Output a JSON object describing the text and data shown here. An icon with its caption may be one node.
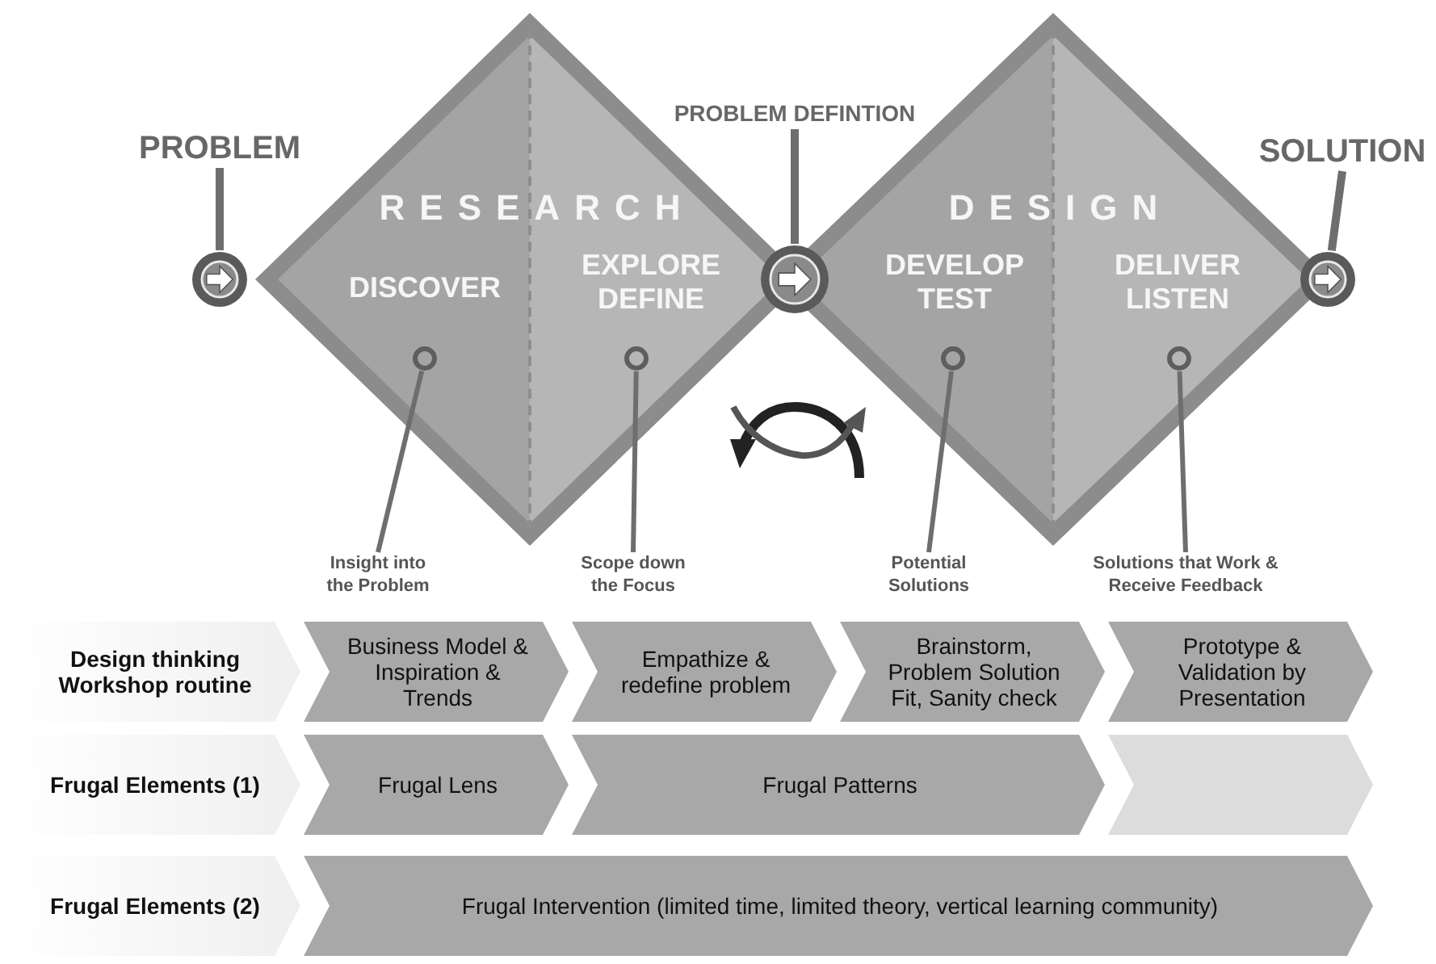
{
  "diagram": {
    "nodes": [
      {
        "text": [
          "RESEARCH",
          "DISCOVER",
          "EXPLORE DEFINE"
        ]
      },
      {
        "text": [
          "DESIGN",
          "DEVELOP TEST",
          "DELIVER LISTEN"
        ]
      },
      {
        "text": [
          "PROBLEM"
        ]
      },
      {
        "text": [],
        "shape": "circle"
      },
      {
        "text": [
          "PROBLEM DEFINTION"
        ]
      },
      {
        "text": [],
        "shape": "circle"
      },
      {
        "text": [
          "SOLUTION"
        ]
      },
      {
        "text": [],
        "shape": "circle"
      },
      {
        "text": [],
        "shape": "circle",
        "in": 0
      },
      {
        "text": [],
        "shape": "circle",
        "in": 0
      },
      {
        "text": [],
        "shape": "circle",
        "in": 1
      },
      {
        "text": [],
        "shape": "circle",
        "in": 1
      },
      {
        "text": [
          "Insight into the Problem"
        ]
      },
      {
        "text": [
          "Scope down the Focus"
        ]
      },
      {
        "text": [
          "Potential Solutions"
        ]
      },
      {
        "text": [
          "Solutions that Work & Receive Feedback"
        ]
      },
      {
        "text": [
          "Design thinking Workshop routine"
        ]
      },
      {
        "text": [
          "Business Model & Inspiration & Trends"
        ]
      },
      {
        "text": [
          "Empathize & redefine problem"
        ]
      },
      {
        "text": [
          "Brainstorm, Problem Solution Fit, Sanity check"
        ]
      },
      {
        "text": [
          "Prototype & Validation by Presentation"
        ]
      },
      {
        "text": [
          "Frugal Elements (1)"
        ]
      },
      {
        "text": [
          "Frugal Lens"
        ]
      },
      {
        "text": [
          "Frugal Patterns"
        ]
      },
      {
        "text": [],
        "shape": "chevron"
      },
      {
        "text": [
          "Frugal Elements (2)"
        ]
      },
      {
        "text": [
          "Frugal Intervention (limited time, limited theory, vertical learning community)"
        ]
      }
    ],
    "edges": [
      {
        "from": 2,
        "to": 3,
        "arrow": "none"
      },
      {
        "from": 4,
        "to": 5,
        "arrow": "none"
      },
      {
        "from": 6,
        "to": 7,
        "arrow": "none"
      },
      {
        "from": 12,
        "to": 8,
        "arrow": "none"
      },
      {
        "from": 13,
        "to": 9,
        "arrow": "none"
      },
      {
        "from": 14,
        "to": 10,
        "arrow": "none"
      },
      {
        "from": 15,
        "to": 11,
        "arrow": "none"
      }
    ]
  }
}
